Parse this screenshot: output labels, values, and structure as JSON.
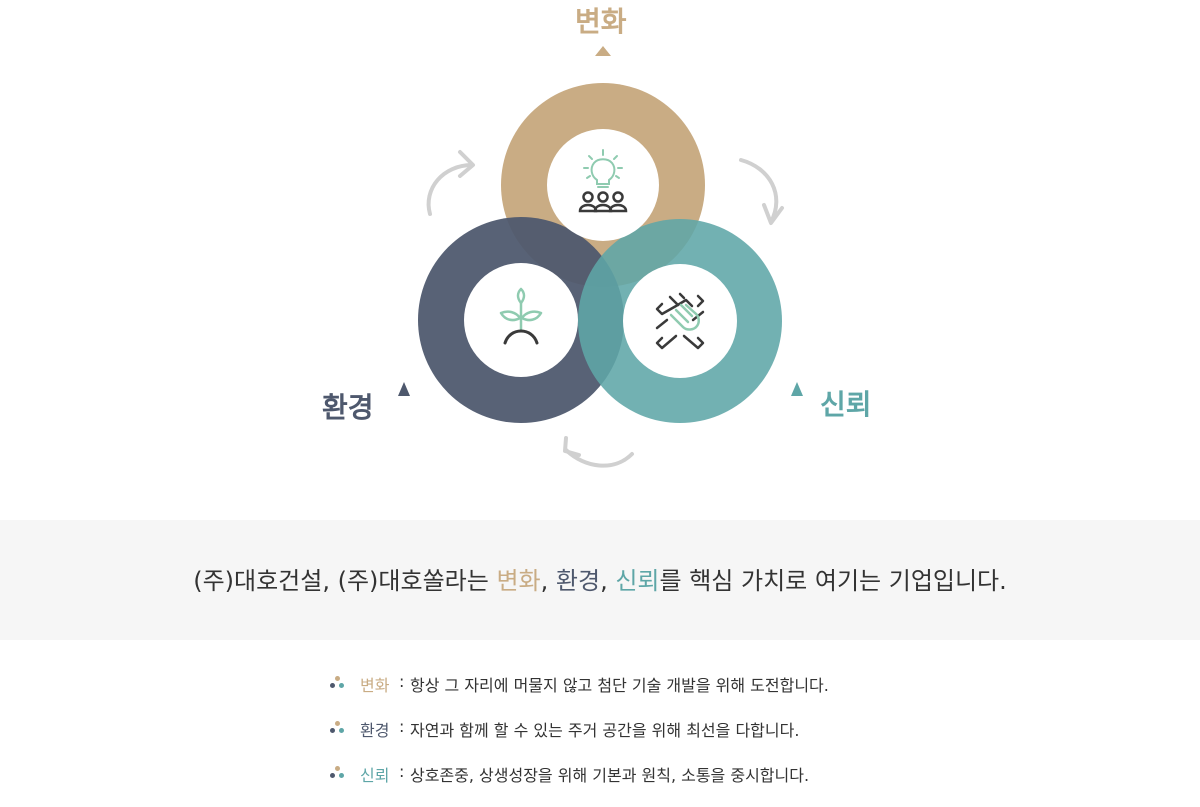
{
  "colors": {
    "change": "#c9ac84",
    "environment": "#4e586d",
    "trust": "#5ea6a7",
    "icon_green": "#8fcbb0",
    "icon_dark": "#3a3a3a",
    "arrow": "#d0d0d0"
  },
  "diagram": {
    "labels": {
      "change": "변화",
      "environment": "환경",
      "trust": "신뢰"
    },
    "icons": {
      "change": "lightbulb-people-icon",
      "environment": "sprout-icon",
      "trust": "handshake-icon"
    }
  },
  "banner": {
    "prefix": "(주)대호건설, (주)대호쏠라는 ",
    "change": "변화",
    "sep1": ", ",
    "environment": "환경",
    "sep2": ", ",
    "trust": "신뢰",
    "suffix": "를 핵심 가치로 여기는 기업입니다."
  },
  "values": [
    {
      "name": "변화",
      "colon": ":",
      "desc": "항상 그 자리에 머물지 않고 첨단 기술 개발을 위해 도전합니다."
    },
    {
      "name": "환경",
      "colon": ":",
      "desc": "자연과 함께 할 수 있는 주거 공간을 위해 최선을 다합니다."
    },
    {
      "name": "신뢰",
      "colon": ":",
      "desc": "상호존중, 상생성장을 위해 기본과 원칙, 소통을 중시합니다."
    }
  ]
}
